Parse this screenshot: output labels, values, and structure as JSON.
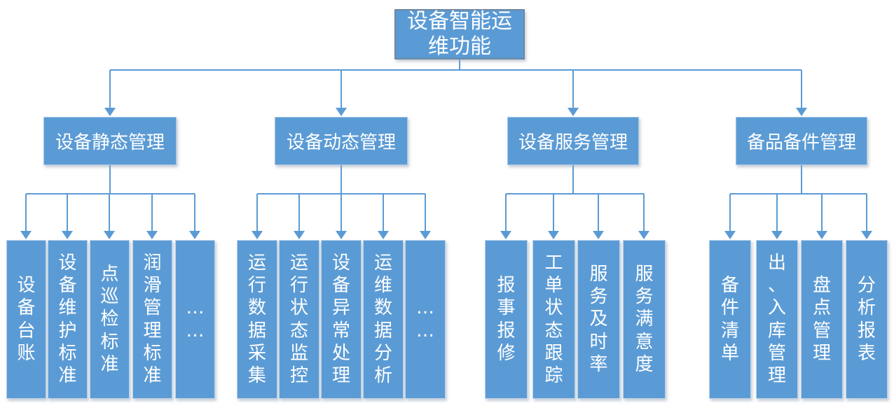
{
  "diagram": {
    "root": {
      "label": "设备智能运维功能"
    },
    "branches": [
      {
        "label": "设备静态管理",
        "children": [
          "设备台账",
          "设备维护标准",
          "点巡检标准",
          "润滑管理标准",
          "……"
        ]
      },
      {
        "label": "设备动态管理",
        "children": [
          "运行数据采集",
          "运行状态监控",
          "设备异常处理",
          "运维数据分析",
          "……"
        ]
      },
      {
        "label": "设备服务管理",
        "children": [
          "报事报修",
          "工单状态跟踪",
          "服务及时率",
          "服务满意度"
        ]
      },
      {
        "label": "备品备件管理",
        "children": [
          "备件清单",
          "出、入库管理",
          "盘点管理",
          "分析报表"
        ]
      }
    ],
    "colors": {
      "node_fill": "#5b9bd5",
      "node_text": "#ffffff",
      "connector": "#5b9bd5",
      "root_border": "#6f87a0",
      "leaf_border": "#b9d2ea"
    }
  }
}
